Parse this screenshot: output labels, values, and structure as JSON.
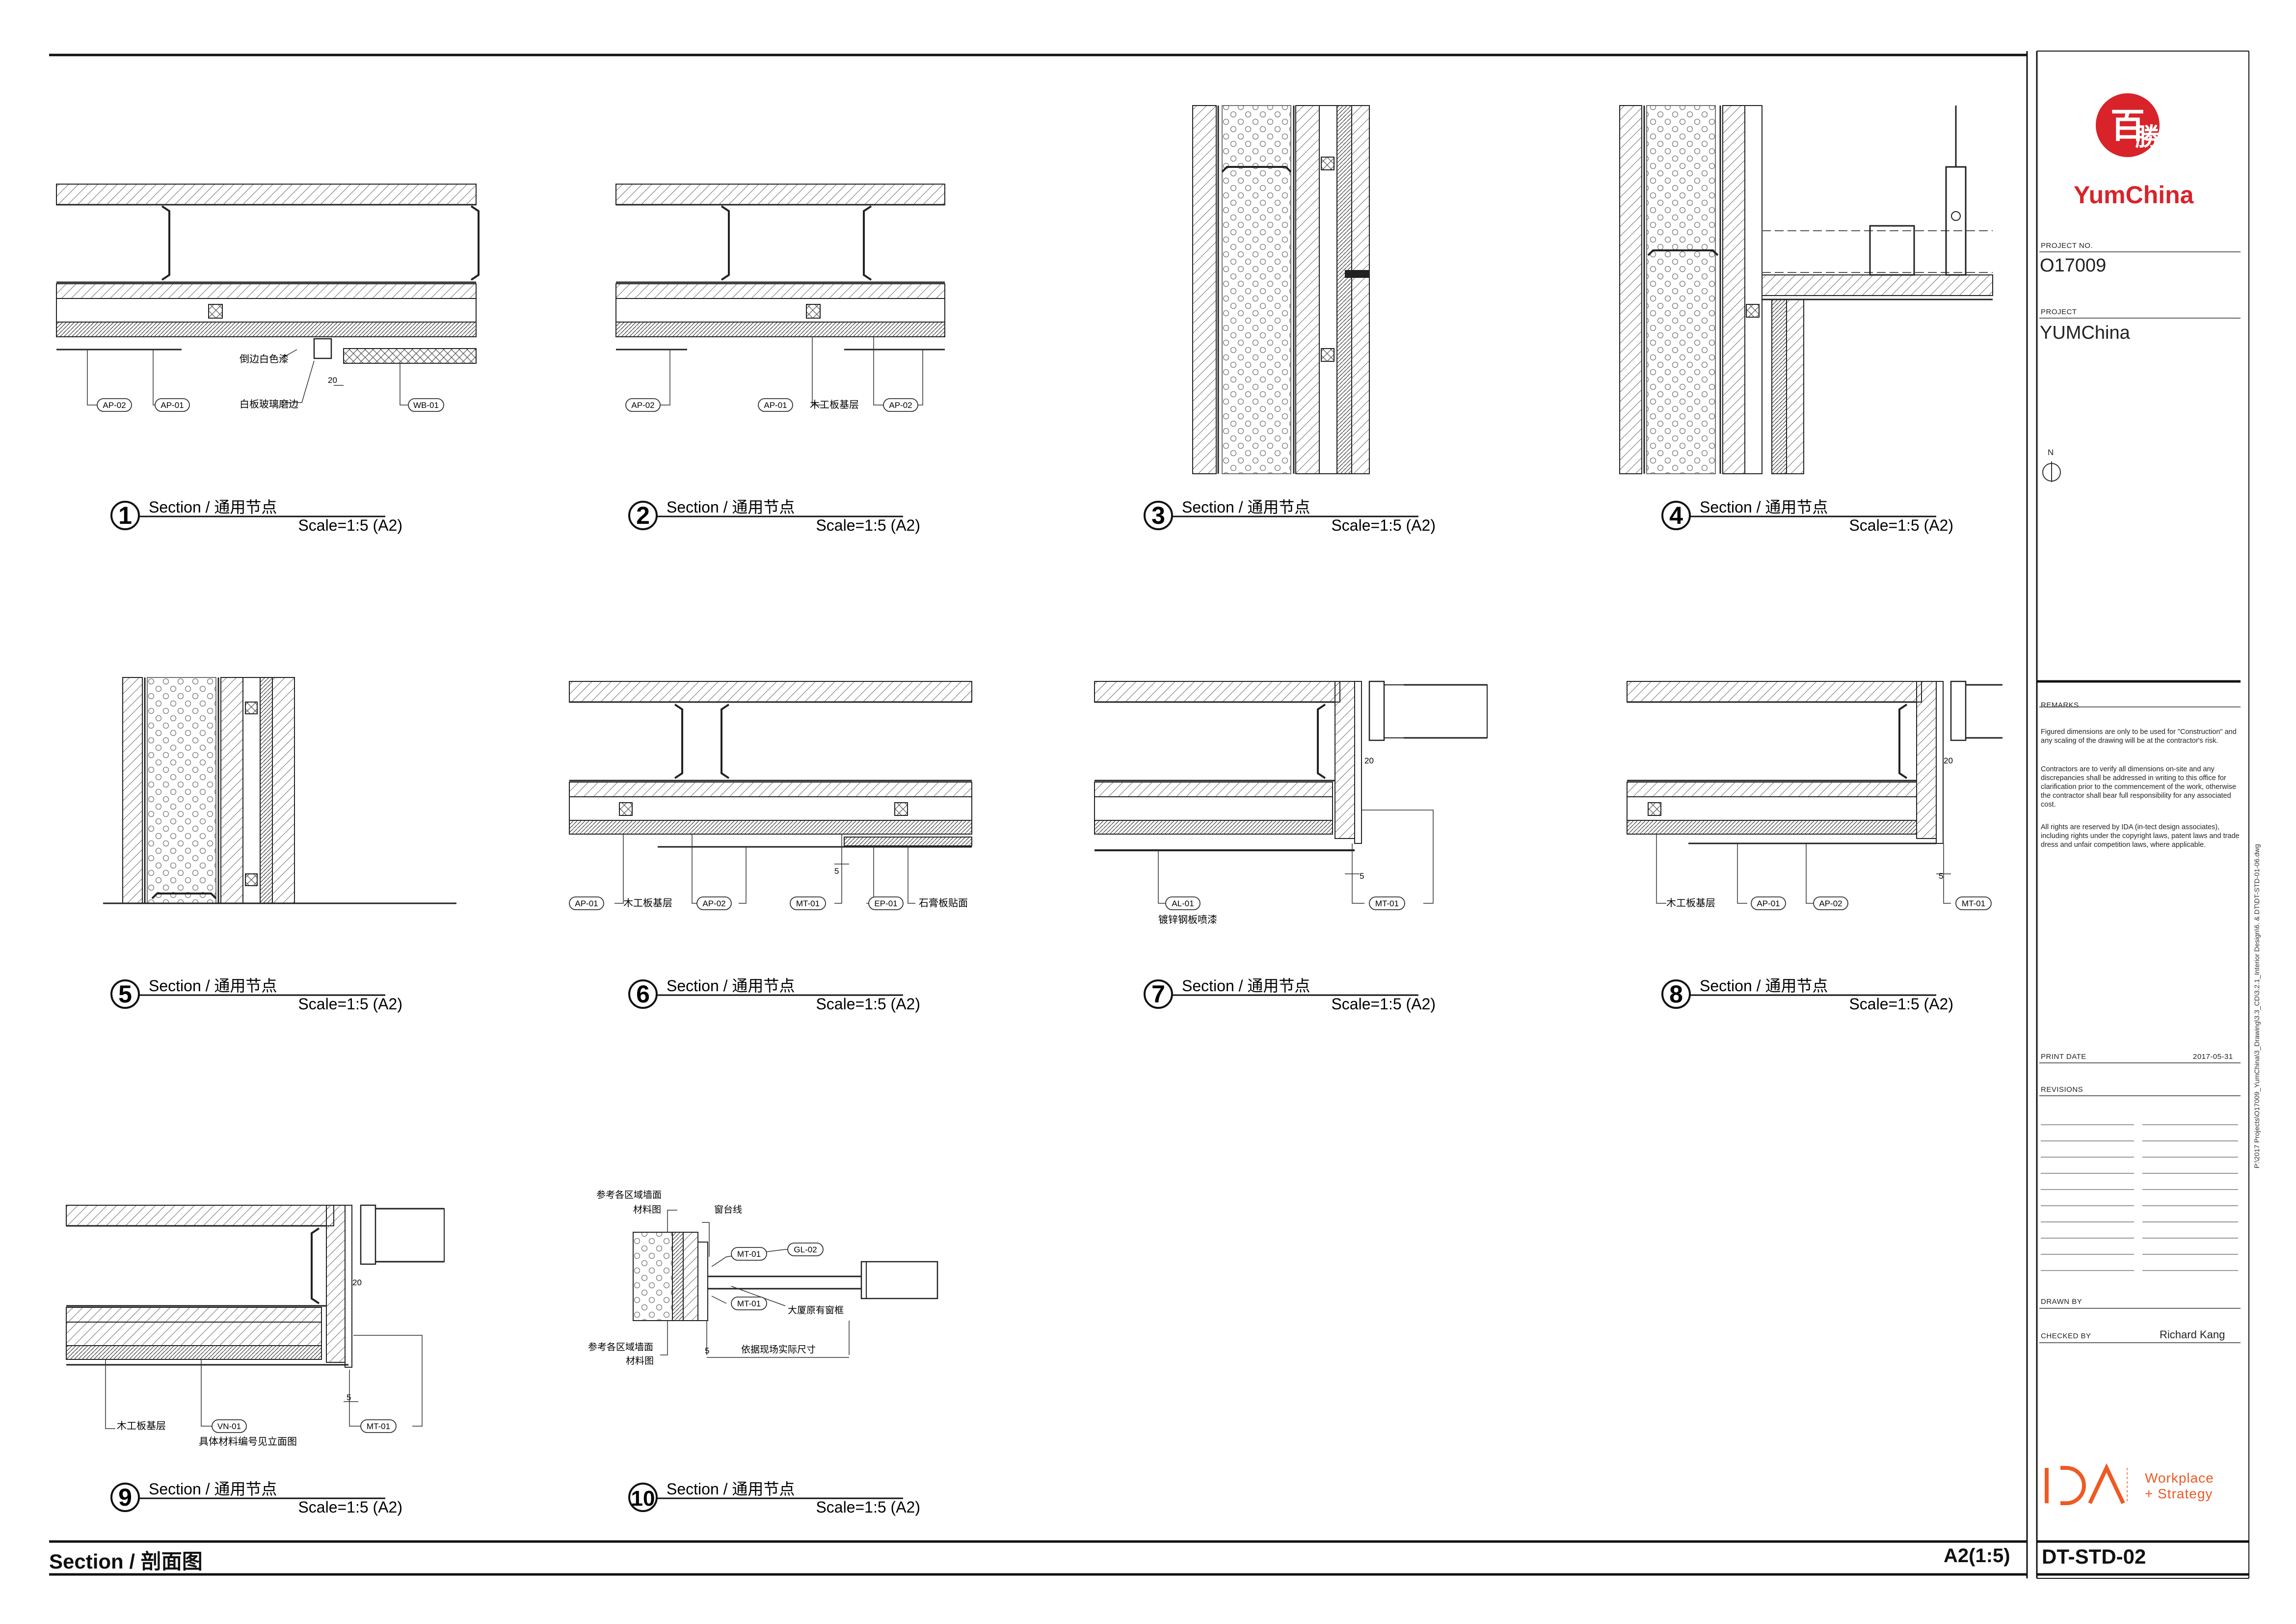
{
  "sheet": {
    "title": "Section / 剖面图",
    "scale": "A2(1:5)",
    "drawing_no": "DT-STD-02",
    "file_path": "P:\\2017 Projects\\O17009_YumChina\\3_Drawing\\3.3_CD\\3.2.1_Interior Design\\6. & DT\\DT-STD-01-06.dwg"
  },
  "title_block": {
    "logo_text": "YumChina",
    "project_no_label": "PROJECT NO.",
    "project_no": "O17009",
    "project_label": "PROJECT",
    "project": "YUMChina",
    "north": "N",
    "remarks_label": "REMARKS",
    "remarks": [
      "Figured dimensions are only to be used for \"Construction\" and any scaling of the drawing will be at the contractor's risk.",
      "Contractors are to verify all dimensions on-site and any discrepancies shall be addressed in writing to this office for clarification prior to the commencement of the work, otherwise the contractor shall bear full responsibility for any associated cost.",
      "All rights are reserved by IDA (in-tect design associates), including rights under the copyright laws, patent laws and trade dress and unfair competition laws, where applicable."
    ],
    "print_date_label": "PRINT DATE",
    "print_date": "2017-05-31",
    "revisions_label": "REVISIONS",
    "drawn_by_label": "DRAWN BY",
    "checked_by_label": "CHECKED BY",
    "checked_by": "Richard Kang",
    "ida_logo": "IDA",
    "ida_tag1": "Workplace",
    "ida_tag2": "+ Strategy",
    "brand_red": "#d8232a",
    "ida_orange": "#ee5a24"
  },
  "details": [
    {
      "num": "1",
      "title": "Section / 通用节点",
      "scale": "Scale=1:5 (A2)",
      "tags": [
        "AP-02",
        "AP-01",
        "WB-01"
      ],
      "notes": [
        "倒边白色漆",
        "白板玻璃磨边",
        "20"
      ]
    },
    {
      "num": "2",
      "title": "Section / 通用节点",
      "scale": "Scale=1:5 (A2)",
      "tags": [
        "AP-02",
        "AP-01",
        "AP-02"
      ],
      "notes": [
        "木工板基层"
      ]
    },
    {
      "num": "3",
      "title": "Section / 通用节点",
      "scale": "Scale=1:5 (A2)",
      "tags": [],
      "notes": []
    },
    {
      "num": "4",
      "title": "Section / 通用节点",
      "scale": "Scale=1:5 (A2)",
      "tags": [],
      "notes": []
    },
    {
      "num": "5",
      "title": "Section / 通用节点",
      "scale": "Scale=1:5 (A2)",
      "tags": [],
      "notes": []
    },
    {
      "num": "6",
      "title": "Section / 通用节点",
      "scale": "Scale=1:5 (A2)",
      "tags": [
        "AP-01",
        "AP-02",
        "MT-01",
        "EP-01"
      ],
      "notes": [
        "木工板基层",
        "石膏板贴面",
        "5"
      ]
    },
    {
      "num": "7",
      "title": "Section / 通用节点",
      "scale": "Scale=1:5 (A2)",
      "tags": [
        "AL-01",
        "MT-01"
      ],
      "notes": [
        "镀锌钢板喷漆",
        "20",
        "5"
      ]
    },
    {
      "num": "8",
      "title": "Section / 通用节点",
      "scale": "Scale=1:5 (A2)",
      "tags": [
        "AP-01",
        "AP-02",
        "MT-01"
      ],
      "notes": [
        "木工板基层",
        "20",
        "5"
      ]
    },
    {
      "num": "9",
      "title": "Section / 通用节点",
      "scale": "Scale=1:5 (A2)",
      "tags": [
        "VN-01",
        "MT-01"
      ],
      "notes": [
        "木工板基层",
        "具体材料编号见立面图",
        "20",
        "5"
      ]
    },
    {
      "num": "10",
      "title": "Section / 通用节点",
      "scale": "Scale=1:5 (A2)",
      "tags": [
        "MT-01",
        "GL-02",
        "MT-01"
      ],
      "notes": [
        "参考各区域墙面",
        "材料图",
        "窗台线",
        "大厦原有窗框",
        "参考各区域墙面",
        "材料图",
        "依据现场实际尺寸",
        "5"
      ]
    }
  ]
}
